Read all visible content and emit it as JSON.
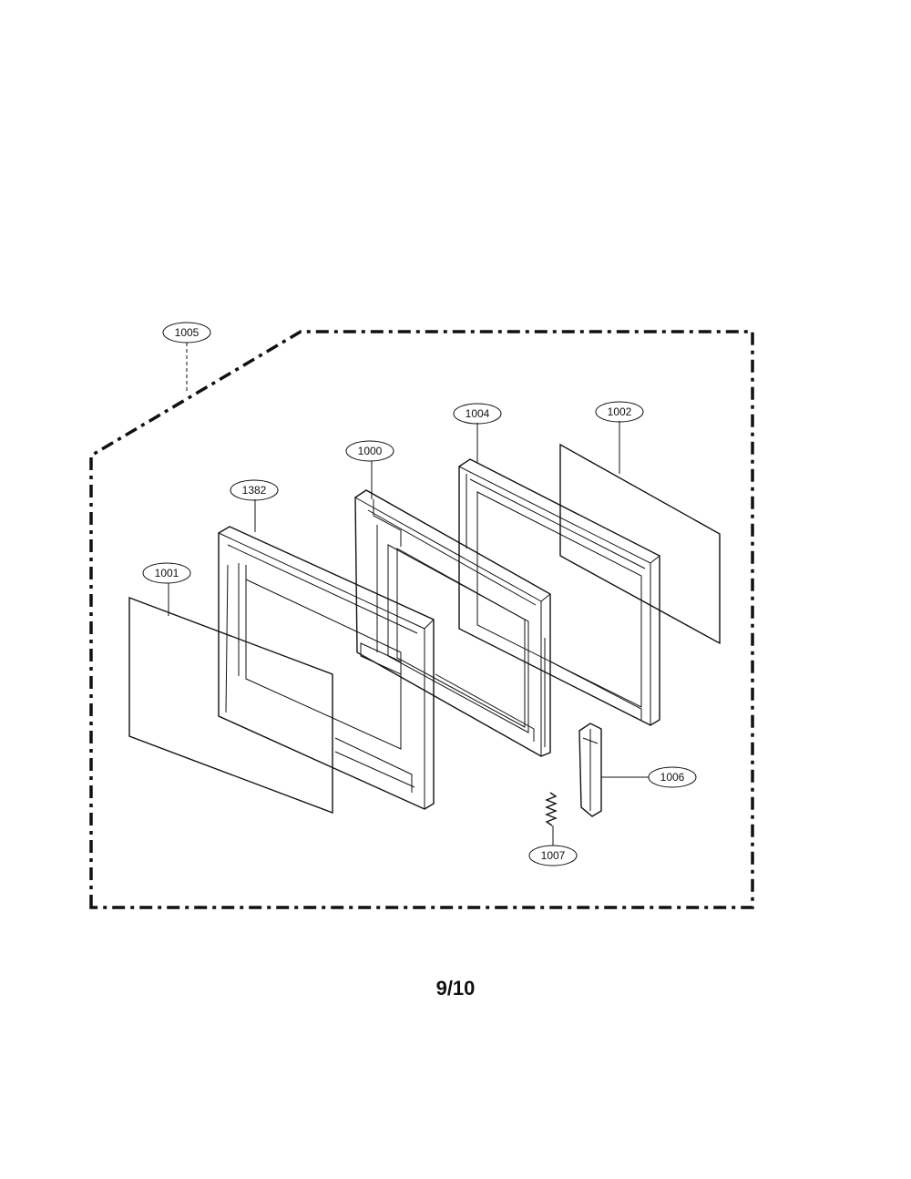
{
  "callouts": {
    "c1005": "1005",
    "c1004": "1004",
    "c1002": "1002",
    "c1000": "1000",
    "c1382": "1382",
    "c1001": "1001",
    "c1006": "1006",
    "c1007": "1007"
  },
  "page": {
    "number": "9/10"
  }
}
